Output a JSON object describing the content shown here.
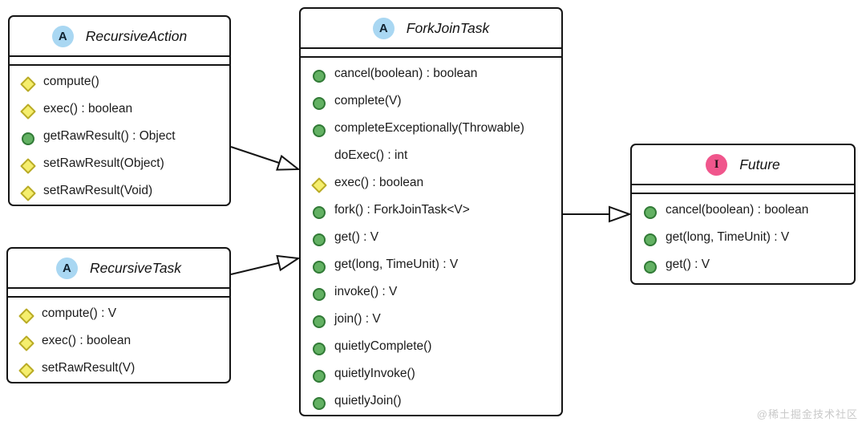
{
  "diagram": {
    "classes": [
      {
        "badge": "A",
        "stereotype": "abstract class",
        "name": "RecursiveAction",
        "methods": [
          {
            "visibility": "protected",
            "label": "compute()"
          },
          {
            "visibility": "protected",
            "label": "exec() : boolean"
          },
          {
            "visibility": "public",
            "label": "getRawResult() : Object"
          },
          {
            "visibility": "protected",
            "label": "setRawResult(Object)"
          },
          {
            "visibility": "protected",
            "label": "setRawResult(Void)"
          }
        ]
      },
      {
        "badge": "A",
        "stereotype": "abstract class",
        "name": "RecursiveTask",
        "methods": [
          {
            "visibility": "protected",
            "label": "compute() : V"
          },
          {
            "visibility": "protected",
            "label": "exec() : boolean"
          },
          {
            "visibility": "protected",
            "label": "setRawResult(V)"
          }
        ]
      },
      {
        "badge": "A",
        "stereotype": "abstract class",
        "name": "ForkJoinTask",
        "methods": [
          {
            "visibility": "public",
            "label": "cancel(boolean) : boolean"
          },
          {
            "visibility": "public",
            "label": "complete(V)"
          },
          {
            "visibility": "public",
            "label": "completeExceptionally(Throwable)"
          },
          {
            "visibility": "package",
            "label": "doExec() : int"
          },
          {
            "visibility": "protected",
            "label": "exec() : boolean"
          },
          {
            "visibility": "public",
            "label": "fork() : ForkJoinTask<V>"
          },
          {
            "visibility": "public",
            "label": "get() : V"
          },
          {
            "visibility": "public",
            "label": "get(long, TimeUnit) : V"
          },
          {
            "visibility": "public",
            "label": "invoke() : V"
          },
          {
            "visibility": "public",
            "label": "join() : V"
          },
          {
            "visibility": "public",
            "label": "quietlyComplete()"
          },
          {
            "visibility": "public",
            "label": "quietlyInvoke()"
          },
          {
            "visibility": "public",
            "label": "quietlyJoin()"
          }
        ]
      },
      {
        "badge": "I",
        "stereotype": "interface",
        "name": "Future",
        "methods": [
          {
            "visibility": "public",
            "label": "cancel(boolean) : boolean"
          },
          {
            "visibility": "public",
            "label": "get(long, TimeUnit) : V"
          },
          {
            "visibility": "public",
            "label": "get() : V"
          }
        ]
      }
    ],
    "relations": [
      {
        "from": "RecursiveAction",
        "to": "ForkJoinTask",
        "type": "generalization"
      },
      {
        "from": "RecursiveTask",
        "to": "ForkJoinTask",
        "type": "generalization"
      },
      {
        "from": "ForkJoinTask",
        "to": "Future",
        "type": "generalization"
      }
    ],
    "colors": {
      "abstract_badge_bg": "#a9d7f2",
      "interface_badge_bg": "#f0568c",
      "public_icon_fill": "#63b163",
      "public_icon_border": "#317a36",
      "protected_icon_fill": "#f5ee6e",
      "protected_icon_border": "#b9ab25",
      "box_border": "#141414",
      "watermark_color": "#c9c9c9"
    }
  },
  "watermark": "@稀土掘金技术社区"
}
